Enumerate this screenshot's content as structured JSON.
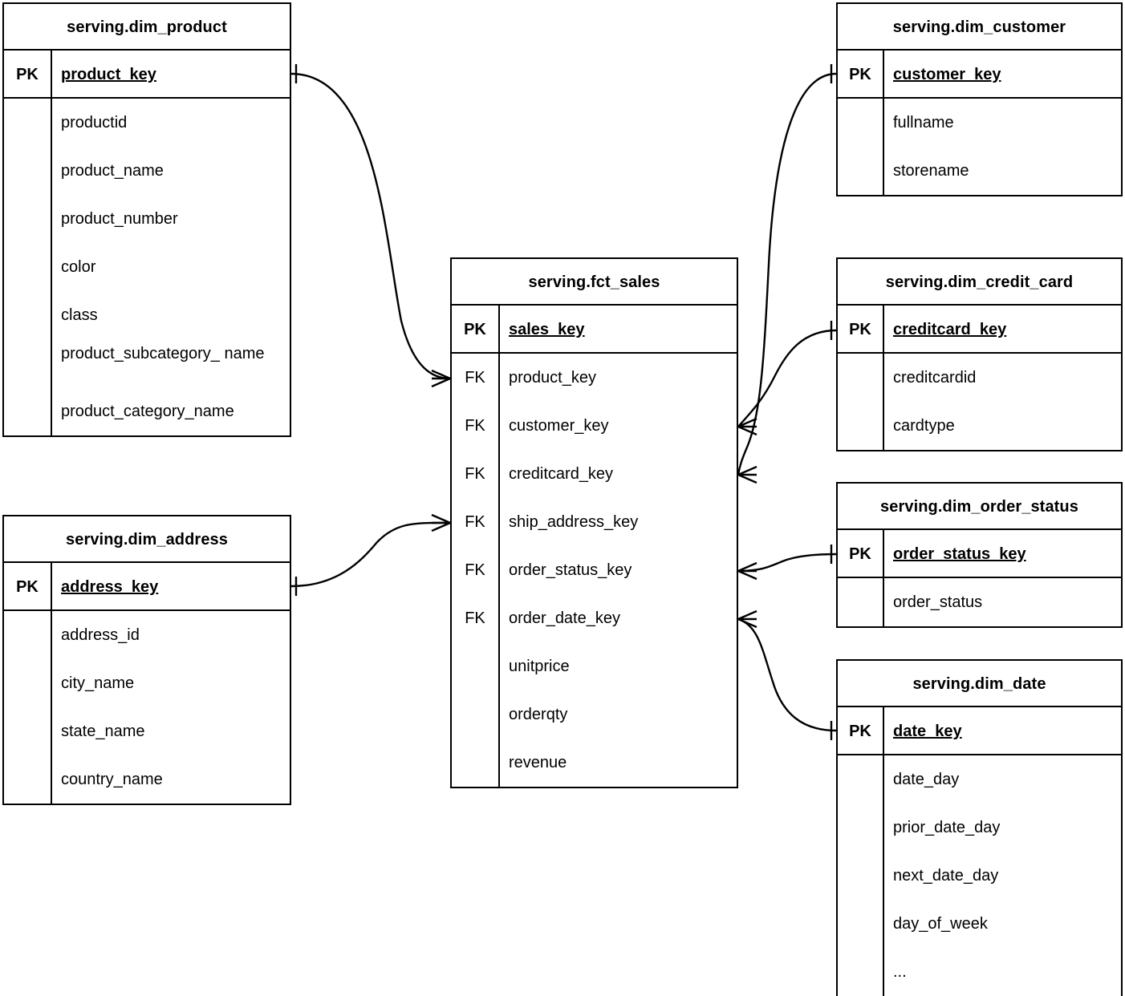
{
  "diagram": {
    "title": "serving schema star model",
    "notation": "crow-foot",
    "background_color": "#ffffff",
    "line_color": "#000000"
  },
  "entities": [
    {
      "id": "dim_product",
      "name": "serving.dim_product",
      "pk_tag": "PK",
      "pk_field": "product_key",
      "attributes": [
        "productid",
        "product_name",
        "product_number",
        "color",
        "class",
        "product_subcategory_\nname",
        "product_category_name"
      ]
    },
    {
      "id": "dim_address",
      "name": "serving.dim_address",
      "pk_tag": "PK",
      "pk_field": "address_key",
      "attributes": [
        "address_id",
        "city_name",
        "state_name",
        "country_name"
      ]
    },
    {
      "id": "fct_sales",
      "name": "serving.fct_sales",
      "pk_tag": "PK",
      "pk_field": "sales_key",
      "rows": [
        {
          "tag": "FK",
          "field": "product_key"
        },
        {
          "tag": "FK",
          "field": "customer_key"
        },
        {
          "tag": "FK",
          "field": "creditcard_key"
        },
        {
          "tag": "FK",
          "field": "ship_address_key"
        },
        {
          "tag": "FK",
          "field": "order_status_key"
        },
        {
          "tag": "FK",
          "field": "order_date_key"
        },
        {
          "tag": "",
          "field": "unitprice"
        },
        {
          "tag": "",
          "field": "orderqty"
        },
        {
          "tag": "",
          "field": "revenue"
        }
      ]
    },
    {
      "id": "dim_customer",
      "name": "serving.dim_customer",
      "pk_tag": "PK",
      "pk_field": "customer_key",
      "attributes": [
        "fullname",
        "storename"
      ]
    },
    {
      "id": "dim_credit_card",
      "name": "serving.dim_credit_card",
      "pk_tag": "PK",
      "pk_field": "creditcard_key",
      "attributes": [
        "creditcardid",
        "cardtype"
      ]
    },
    {
      "id": "dim_order_status",
      "name": "serving.dim_order_status",
      "pk_tag": "PK",
      "pk_field": "order_status_key",
      "attributes": [
        "order_status"
      ]
    },
    {
      "id": "dim_date",
      "name": "serving.dim_date",
      "pk_tag": "PK",
      "pk_field": "date_key",
      "attributes": [
        "date_day",
        "prior_date_day",
        "next_date_day",
        "day_of_week",
        "..."
      ]
    }
  ],
  "relationships": [
    {
      "from": "dim_product.product_key",
      "to": "fct_sales.product_key",
      "from_cardinality": "one",
      "to_cardinality": "many"
    },
    {
      "from": "dim_address.address_key",
      "to": "fct_sales.ship_address_key",
      "from_cardinality": "one",
      "to_cardinality": "many"
    },
    {
      "from": "dim_customer.customer_key",
      "to": "fct_sales.customer_key",
      "from_cardinality": "one",
      "to_cardinality": "many"
    },
    {
      "from": "dim_credit_card.creditcard_key",
      "to": "fct_sales.creditcard_key",
      "from_cardinality": "one",
      "to_cardinality": "many"
    },
    {
      "from": "dim_order_status.order_status_key",
      "to": "fct_sales.order_status_key",
      "from_cardinality": "one",
      "to_cardinality": "many"
    },
    {
      "from": "dim_date.date_key",
      "to": "fct_sales.order_date_key",
      "from_cardinality": "one",
      "to_cardinality": "many"
    }
  ]
}
